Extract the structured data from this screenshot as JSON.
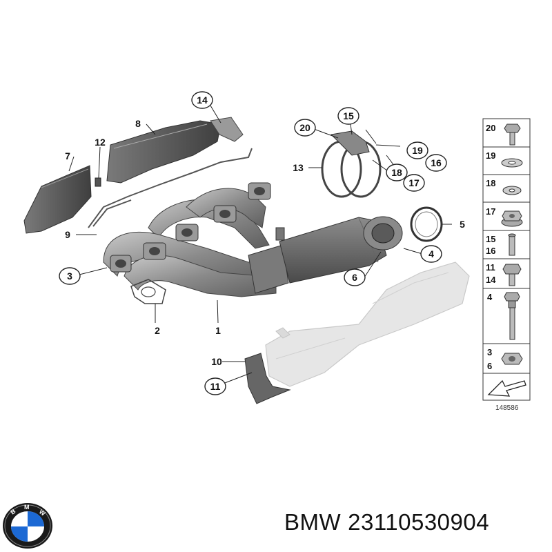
{
  "diagram": {
    "drawing_number": "148586",
    "callouts": [
      {
        "label": "1"
      },
      {
        "label": "2"
      },
      {
        "label": "3"
      },
      {
        "label": "4"
      },
      {
        "label": "5"
      },
      {
        "label": "6"
      },
      {
        "label": "7"
      },
      {
        "label": "8"
      },
      {
        "label": "9"
      },
      {
        "label": "10"
      },
      {
        "label": "11"
      },
      {
        "label": "12"
      },
      {
        "label": "13"
      },
      {
        "label": "14"
      },
      {
        "label": "15"
      },
      {
        "label": "16"
      },
      {
        "label": "17"
      },
      {
        "label": "18"
      },
      {
        "label": "19"
      },
      {
        "label": "20"
      }
    ],
    "legend": [
      {
        "labels": [
          "20"
        ],
        "icon": "bolt-icon"
      },
      {
        "labels": [
          "19"
        ],
        "icon": "washer-icon"
      },
      {
        "labels": [
          "18"
        ],
        "icon": "washer-icon"
      },
      {
        "labels": [
          "17"
        ],
        "icon": "collar-nut-icon"
      },
      {
        "labels": [
          "15",
          "16"
        ],
        "icon": "stud-icon"
      },
      {
        "labels": [
          "11",
          "14"
        ],
        "icon": "hex-bolt-icon"
      },
      {
        "labels": [
          "4"
        ],
        "icon": "long-bolt-icon"
      },
      {
        "labels": [
          "3",
          "6"
        ],
        "icon": "hex-nut-icon"
      },
      {
        "labels": [],
        "icon": "direction-arrow-icon"
      }
    ]
  },
  "footer": {
    "brand": "BMW",
    "part_number": "23110530904",
    "logo_icon": "bmw-roundel-icon"
  },
  "colors": {
    "metal_dark": "#6b6b6b",
    "metal_mid": "#9a9a9a",
    "metal_light": "#d6d6d6",
    "ghost_part": "#e4e4e4",
    "logo_blue": "#1c69d4"
  }
}
